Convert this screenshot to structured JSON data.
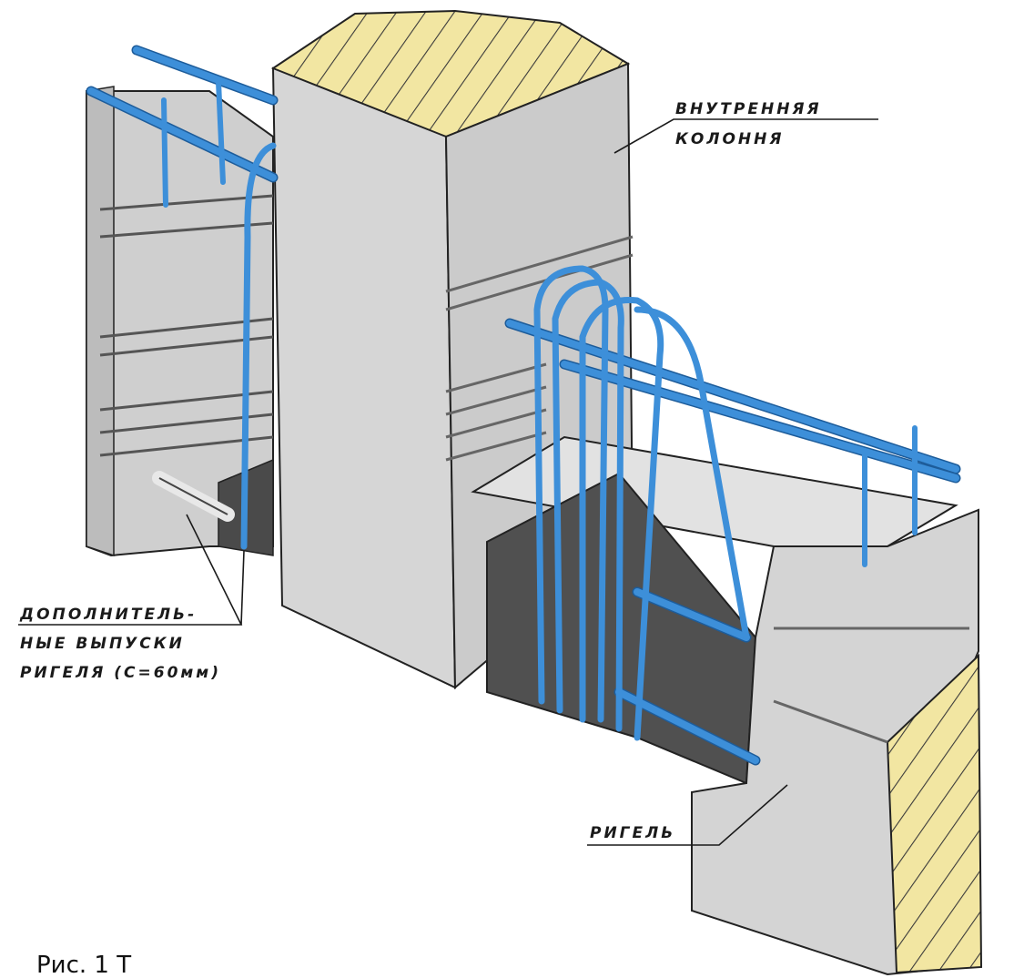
{
  "labels": {
    "column_line1": "ВНУТРЕННЯЯ",
    "column_line2": "КОЛОННЯ",
    "extra_line1": "ДОПОЛНИТЕЛЬ-",
    "extra_line2": "НЫЕ ВЫПУСКИ",
    "extra_line3": "РИГЕЛЯ (С=60мм)",
    "beam": "РИГЕЛЬ",
    "caption": "Рис. 1 Т"
  },
  "colors": {
    "concrete_light": "#dcdcdc",
    "concrete_mid": "#c4c4c4",
    "concrete_dark": "#9a9a9a",
    "shadow": "#4a4a4a",
    "section_fill": "#f2e6a2",
    "rebar": "#3d8fd9",
    "rebar_outline": "#1d5c9a",
    "ink": "#1a1a1a"
  }
}
